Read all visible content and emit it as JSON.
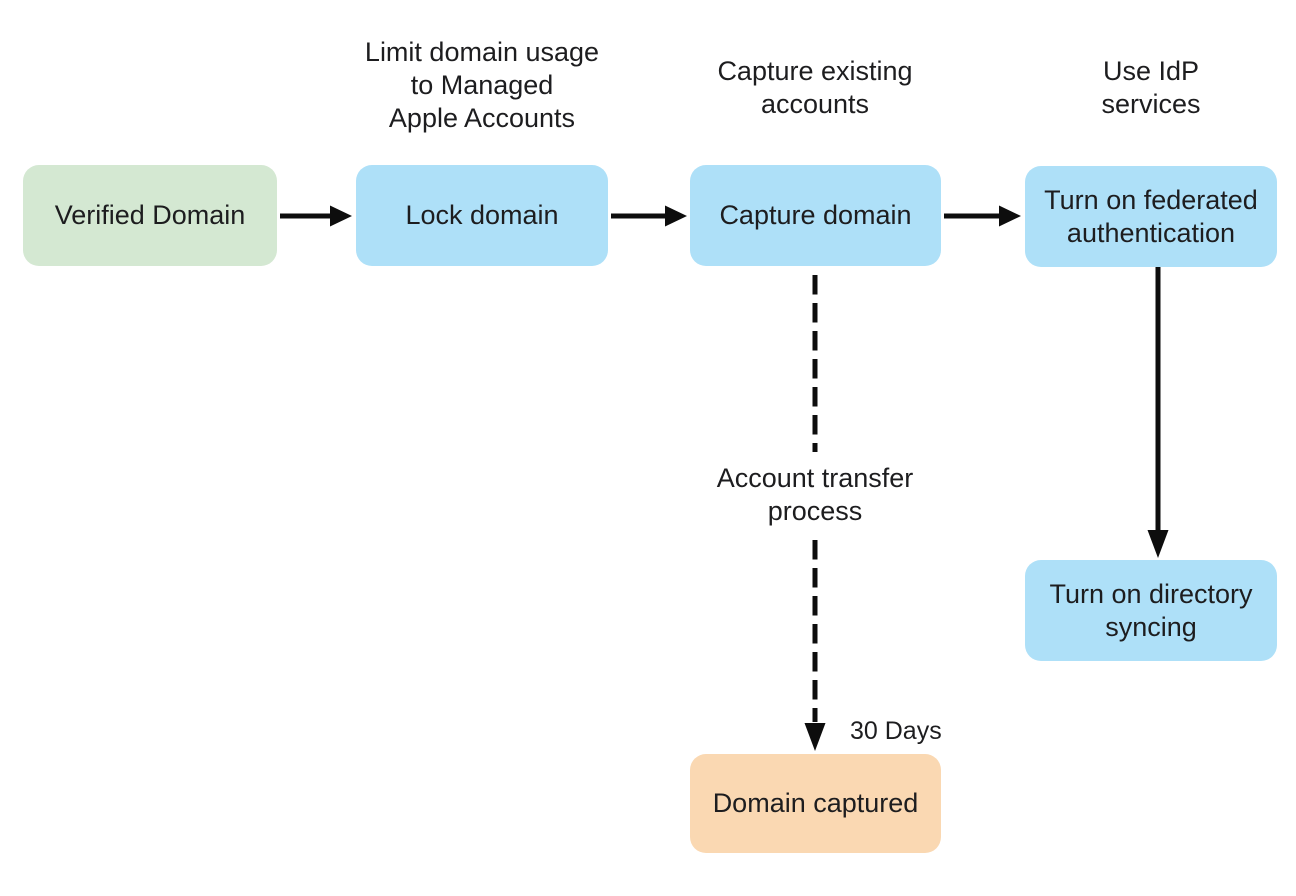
{
  "diagram": {
    "colors": {
      "background": "#ffffff",
      "text": "#1d1d1f",
      "arrow": "#0d0d0d",
      "node_green": "#d4e8d2",
      "node_blue": "#aee0f8",
      "node_orange": "#fad8b2"
    },
    "nodes": {
      "verified_domain": {
        "label": "Verified Domain"
      },
      "lock_domain": {
        "label": "Lock domain"
      },
      "capture_domain": {
        "label": "Capture domain"
      },
      "federated_auth": {
        "label": "Turn on federated\nauthentication"
      },
      "directory_syncing": {
        "label": "Turn on directory\nsyncing"
      },
      "domain_captured": {
        "label": "Domain captured"
      }
    },
    "annotations": {
      "limit_usage": "Limit domain usage\nto Managed\nApple Accounts",
      "capture_existing": "Capture existing\naccounts",
      "idp_services": "Use IdP\nservices",
      "account_transfer": "Account transfer\nprocess",
      "thirty_days": "30 Days"
    }
  }
}
